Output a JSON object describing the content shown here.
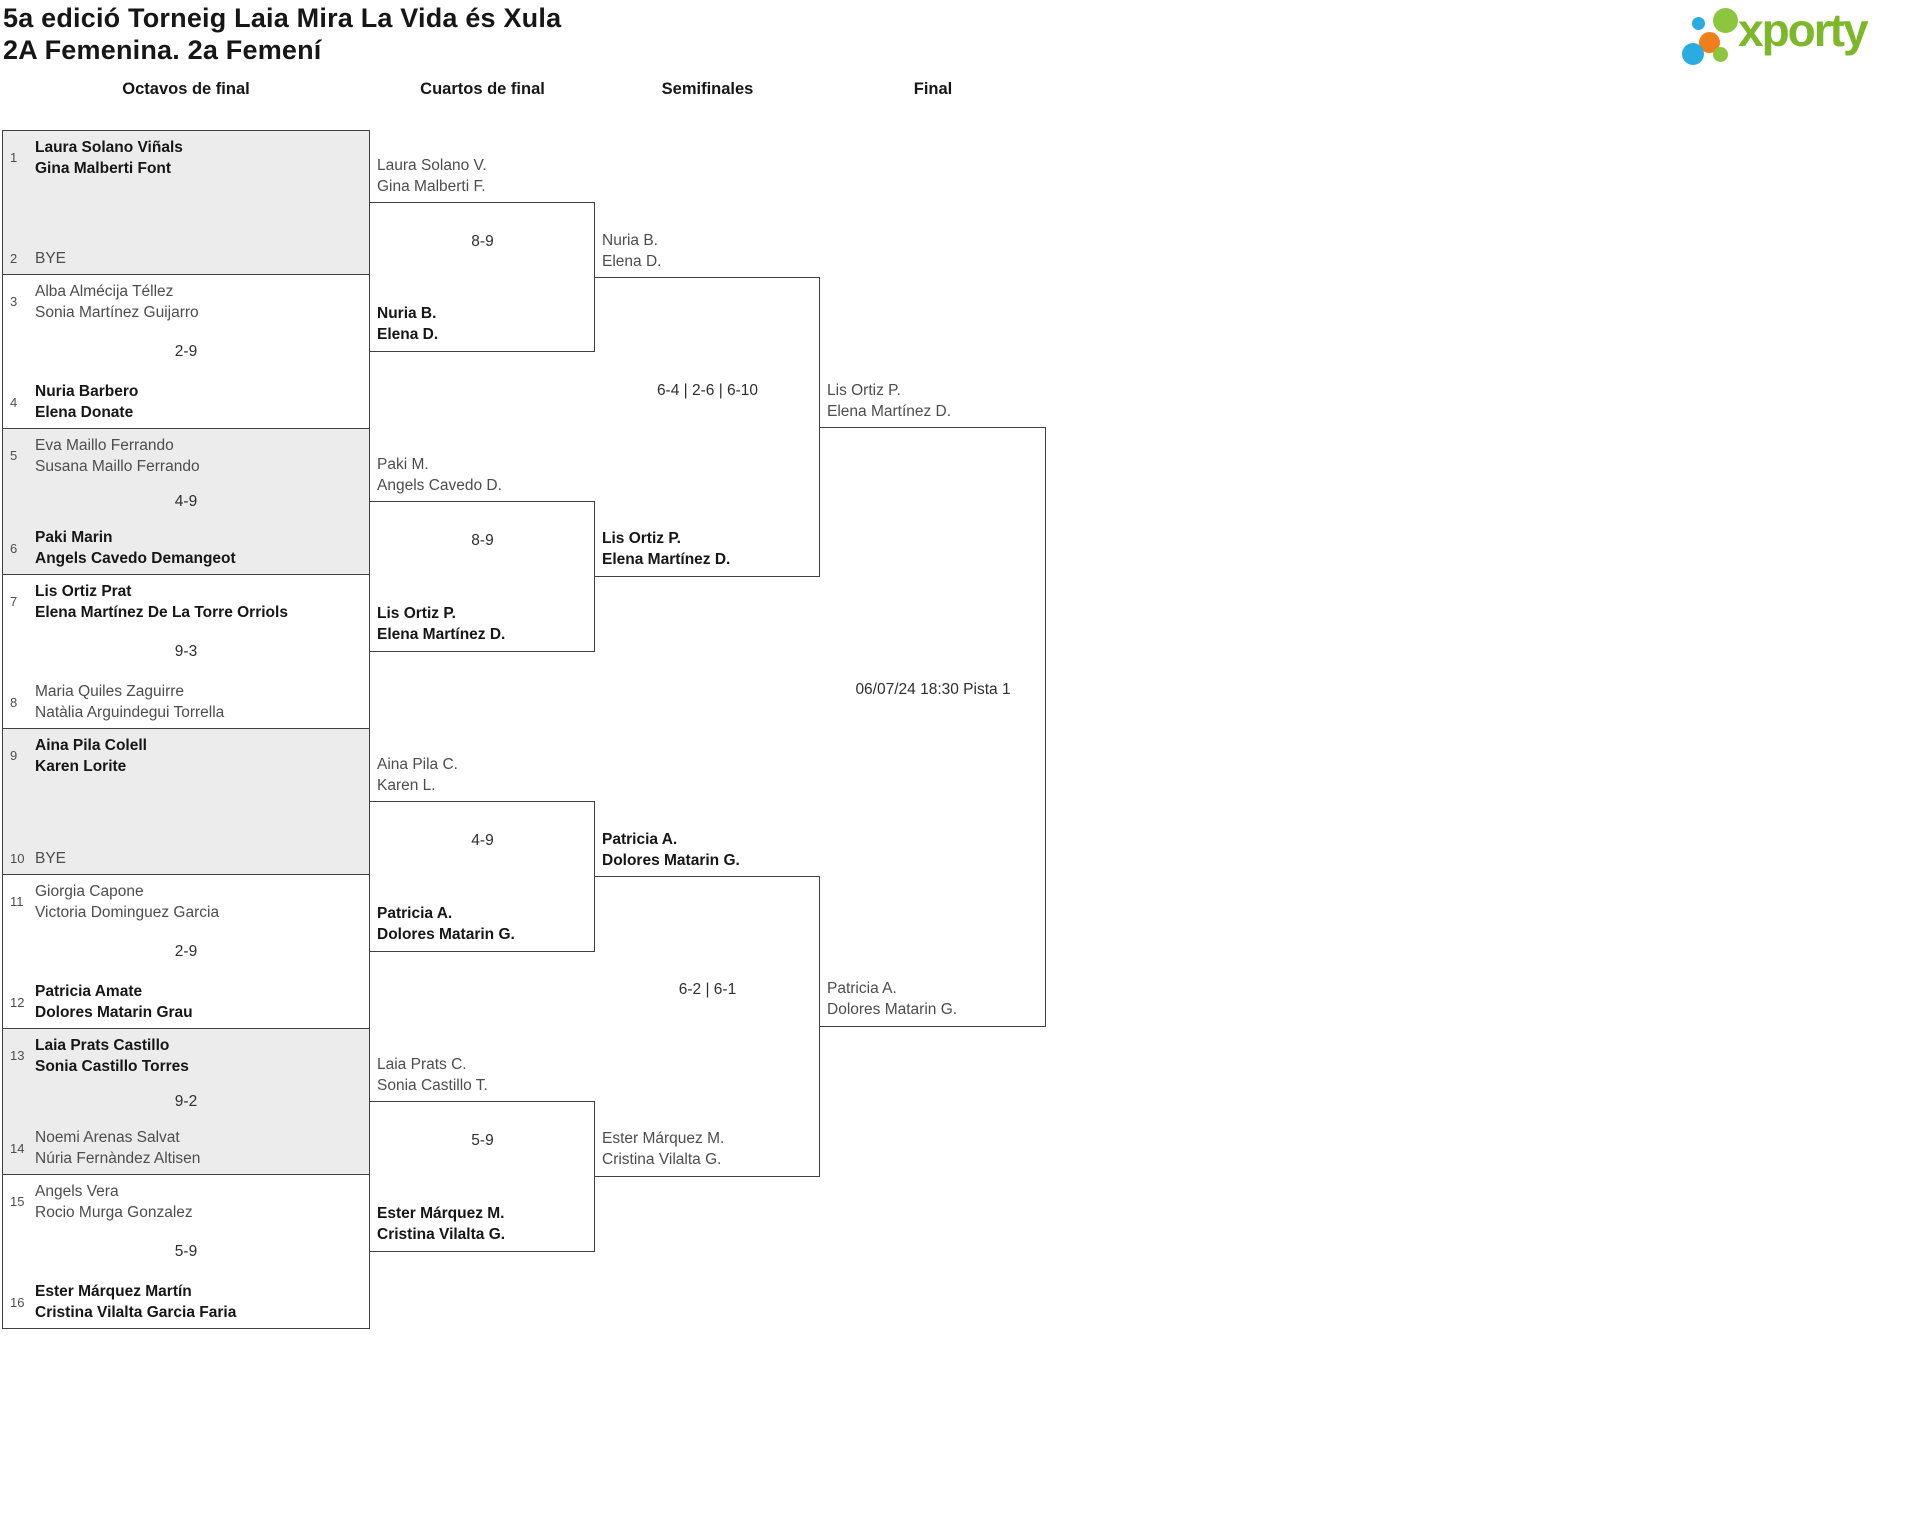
{
  "title": {
    "line1": "5a edició Torneig Laia Mira La Vida és Xula",
    "line2": "2A Femenina. 2a Femení"
  },
  "logo": {
    "text": "xporty",
    "text_color": "#7db82a",
    "dot_green": "#8cc63e",
    "dot_blue": "#2aace3",
    "dot_orange": "#ee7f1b"
  },
  "round_headers": [
    "Octavos de final",
    "Cuartos de final",
    "Semifinales",
    "Final"
  ],
  "round_of_16": [
    {
      "shaded": true,
      "score": "",
      "top": {
        "seed": "1",
        "name1": "Laura Solano Viñals",
        "name2": "Gina Malberti Font",
        "winner": true
      },
      "bottom": {
        "seed": "2",
        "name1": "BYE",
        "name2": "",
        "winner": false
      }
    },
    {
      "shaded": false,
      "score": "2-9",
      "top": {
        "seed": "3",
        "name1": "Alba Almécija Téllez",
        "name2": "Sonia Martínez Guijarro",
        "winner": false
      },
      "bottom": {
        "seed": "4",
        "name1": "Nuria Barbero",
        "name2": "Elena Donate",
        "winner": true
      }
    },
    {
      "shaded": true,
      "score": "4-9",
      "top": {
        "seed": "5",
        "name1": "Eva Maillo Ferrando",
        "name2": "Susana Maillo Ferrando",
        "winner": false
      },
      "bottom": {
        "seed": "6",
        "name1": "Paki Marin",
        "name2": "Angels Cavedo Demangeot",
        "winner": true
      }
    },
    {
      "shaded": false,
      "score": "9-3",
      "top": {
        "seed": "7",
        "name1": "Lis Ortiz Prat",
        "name2": "Elena Martínez De La Torre Orriols",
        "winner": true
      },
      "bottom": {
        "seed": "8",
        "name1": "Maria Quiles Zaguirre",
        "name2": "Natàlia Arguindegui Torrella",
        "winner": false
      }
    },
    {
      "shaded": true,
      "score": "",
      "top": {
        "seed": "9",
        "name1": "Aina Pila Colell",
        "name2": "Karen Lorite",
        "winner": true
      },
      "bottom": {
        "seed": "10",
        "name1": "BYE",
        "name2": "",
        "winner": false
      }
    },
    {
      "shaded": false,
      "score": "2-9",
      "top": {
        "seed": "11",
        "name1": "Giorgia Capone",
        "name2": "Victoria Dominguez Garcia",
        "winner": false
      },
      "bottom": {
        "seed": "12",
        "name1": "Patricia Amate",
        "name2": "Dolores Matarin Grau",
        "winner": true
      }
    },
    {
      "shaded": true,
      "score": "9-2",
      "top": {
        "seed": "13",
        "name1": "Laia Prats Castillo",
        "name2": "Sonia Castillo Torres",
        "winner": true
      },
      "bottom": {
        "seed": "14",
        "name1": "Noemi Arenas Salvat",
        "name2": "Núria Fernàndez Altisen",
        "winner": false
      }
    },
    {
      "shaded": false,
      "score": "5-9",
      "top": {
        "seed": "15",
        "name1": "Angels Vera",
        "name2": "Rocio Murga Gonzalez",
        "winner": false
      },
      "bottom": {
        "seed": "16",
        "name1": "Ester Márquez Martín",
        "name2": "Cristina Vilalta Garcia Faria",
        "winner": true
      }
    }
  ],
  "quarterfinals": [
    {
      "score": "8-9",
      "top": {
        "name1": "Laura Solano V.",
        "name2": "Gina Malberti F.",
        "winner": false
      },
      "bottom": {
        "name1": "Nuria B.",
        "name2": "Elena D.",
        "winner": true
      }
    },
    {
      "score": "8-9",
      "top": {
        "name1": "Paki M.",
        "name2": "Angels Cavedo D.",
        "winner": false
      },
      "bottom": {
        "name1": "Lis Ortiz P.",
        "name2": "Elena Martínez D.",
        "winner": true
      }
    },
    {
      "score": "4-9",
      "top": {
        "name1": "Aina Pila C.",
        "name2": "Karen L.",
        "winner": false
      },
      "bottom": {
        "name1": "Patricia A.",
        "name2": "Dolores Matarin G.",
        "winner": true
      }
    },
    {
      "score": "5-9",
      "top": {
        "name1": "Laia Prats C.",
        "name2": "Sonia Castillo T.",
        "winner": false
      },
      "bottom": {
        "name1": "Ester Márquez M.",
        "name2": "Cristina Vilalta G.",
        "winner": true
      }
    }
  ],
  "semifinals": [
    {
      "score": "6-4 | 2-6 | 6-10",
      "top": {
        "name1": "Nuria B.",
        "name2": "Elena D.",
        "winner": false
      },
      "bottom": {
        "name1": "Lis Ortiz P.",
        "name2": "Elena Martínez D.",
        "winner": true
      }
    },
    {
      "score": "6-2 | 6-1",
      "top": {
        "name1": "Patricia A.",
        "name2": "Dolores Matarin G.",
        "winner": true
      },
      "bottom": {
        "name1": "Ester Márquez M.",
        "name2": "Cristina Vilalta G.",
        "winner": false
      }
    }
  ],
  "final": {
    "info": "06/07/24 18:30 Pista 1",
    "top": {
      "name1": "Lis Ortiz P.",
      "name2": "Elena Martínez D.",
      "winner": false
    },
    "bottom": {
      "name1": "Patricia A.",
      "name2": "Dolores Matarin G.",
      "winner": false
    }
  },
  "colors": {
    "shaded_bg": "#ececec",
    "border": "#404040",
    "winner_text": "#161616",
    "loser_text": "#4d4d4d",
    "score_text": "#2e2e2e"
  }
}
